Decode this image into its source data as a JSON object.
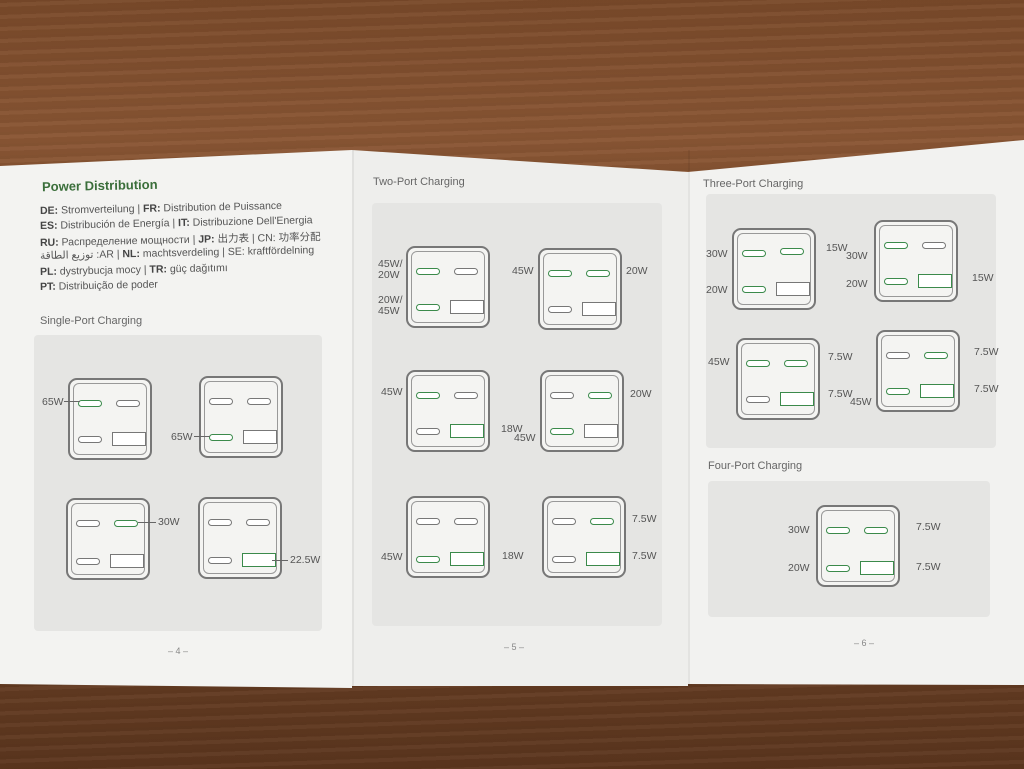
{
  "page_left": {
    "title": "Power Distribution",
    "languages": [
      {
        "code": "DE:",
        "text": " Stromverteilung | ",
        "code2": "FR:",
        "text2": " Distribution de Puissance"
      },
      {
        "code": "ES:",
        "text": " Distribución de Energía | ",
        "code2": "IT:",
        "text2": " Distribuzione Dell'Energia"
      },
      {
        "code": "RU:",
        "text": " Распределение мощности | ",
        "code2": "JP:",
        "text2": " 出力表 | CN: 功率分配"
      },
      {
        "code": "",
        "text": "توزيع الطاقة :AR | ",
        "code2": "NL:",
        "text2": " machtsverdeling | SE: kraftfördelning"
      },
      {
        "code": "PL:",
        "text": " dystrybucja mocy | ",
        "code2": "TR:",
        "text2": " güç dağıtımı"
      },
      {
        "code": "PT:",
        "text": " Distribuição de poder",
        "code2": "",
        "text2": ""
      }
    ],
    "section": "Single-Port Charging",
    "page_number": "– 4 –",
    "labels": {
      "a": "65W",
      "b": "65W",
      "c": "30W",
      "d": "22.5W"
    }
  },
  "page_middle": {
    "section": "Two-Port Charging",
    "page_number": "– 5 –",
    "labels": {
      "a1": "45W/",
      "a2": "20W",
      "a3": "20W/",
      "a4": "45W",
      "b1": "45W",
      "b2": "20W",
      "c1": "45W",
      "c2": "18W",
      "d1": "20W",
      "d2": "45W",
      "e1": "45W",
      "e2": "18W",
      "f1": "7.5W",
      "f2": "7.5W"
    }
  },
  "page_right": {
    "section": "Three-Port Charging",
    "section2": "Four-Port Charging",
    "page_number": "– 6 –",
    "labels": {
      "a1": "30W",
      "a2": "15W",
      "a3": "20W",
      "b1": "30W",
      "b2": "20W",
      "b3": "15W",
      "c1": "45W",
      "c2": "7.5W",
      "c3": "7.5W",
      "d1": "7.5W",
      "d2": "45W",
      "d3": "7.5W",
      "e1": "30W",
      "e2": "7.5W",
      "e3": "20W",
      "e4": "7.5W"
    }
  },
  "colors": {
    "accent": "#3a6e3a",
    "wood": "#7a4a2a"
  }
}
